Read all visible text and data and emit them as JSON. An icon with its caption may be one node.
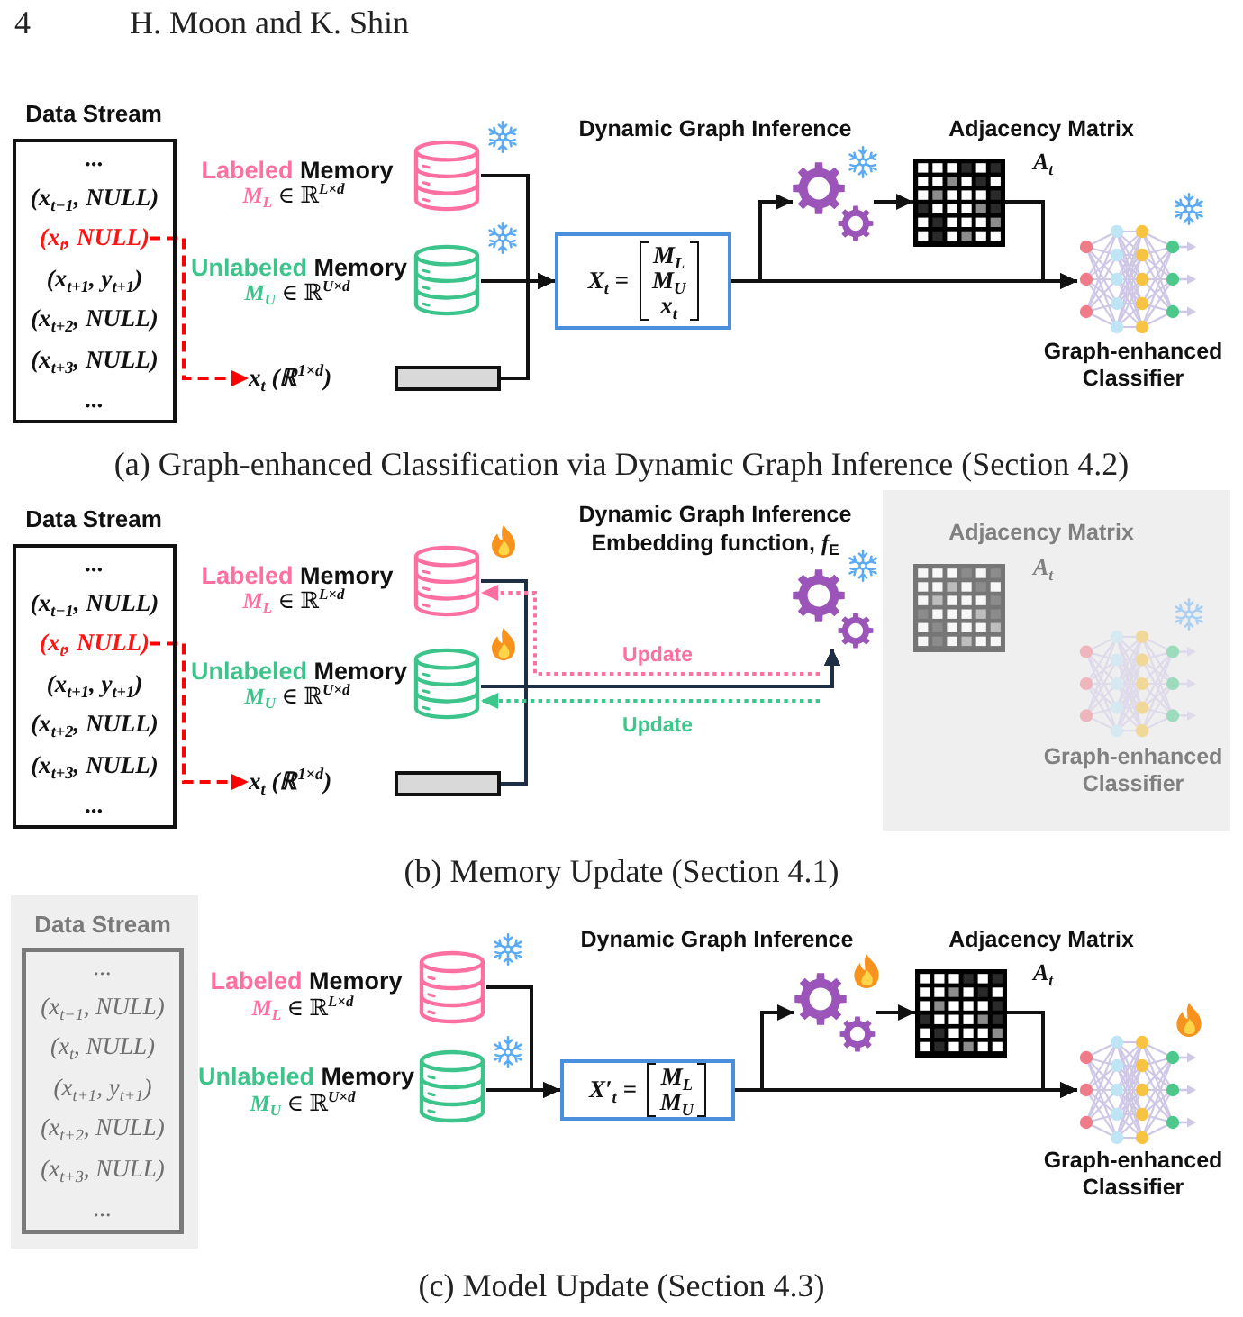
{
  "diagram": {
    "nodes": [
      {
        "text": [
          "Data Stream",
          "...",
          "(x$_{t−1}$, NULL)",
          "(x$_{t+1}$, y$_{t+1}$)",
          "(x$_{t+2}$, NULL)",
          "(x$_{t+3}$, NULL)",
          "..."
        ]
      },
      {
        "text": [
          "(x$_{t}$, NULL)"
        ],
        "in": 0
      },
      {
        "text": [
          "x$_{t}$ (ℝ$^{1×d}$)"
        ]
      },
      {
        "text": [],
        "shape": "cylinder",
        "beside": [
          "Labeled Memory",
          "M$_{L}$ ∈ ℝ$^{L×d}$"
        ]
      },
      {
        "text": [],
        "shape": "cylinder",
        "beside": [
          "Unlabeled Memory",
          "M$_{U}$ ∈ ℝ$^{U×d}$"
        ]
      },
      {
        "text": [],
        "shape": "bar"
      },
      {
        "text": [
          "X$_{t}$ =",
          "M$_{L}$",
          "M$_{U}$",
          "x$_{t}$"
        ]
      },
      {
        "text": [],
        "shape": "picture",
        "beside": [
          "Dynamic Graph Inference"
        ]
      },
      {
        "text": [],
        "shape": "picture",
        "beside": [
          "Adjacency Matrix",
          "A$_{t}$"
        ]
      },
      {
        "text": [],
        "shape": "picture",
        "beside": [
          "Graph-enhanced Classifier"
        ]
      },
      {
        "text": [
          "Data Stream",
          "...",
          "(x$_{t−1}$, NULL)",
          "(x$_{t+1}$, y$_{t+1}$)",
          "(x$_{t+2}$, NULL)",
          "(x$_{t+3}$, NULL)",
          "..."
        ]
      },
      {
        "text": [
          "(x$_{t}$, NULL)"
        ],
        "in": 10
      },
      {
        "text": [
          "x$_{t}$ (ℝ$^{1×d}$)"
        ]
      },
      {
        "text": [],
        "shape": "cylinder",
        "beside": [
          "Labeled Memory",
          "M$_{L}$ ∈ ℝ$^{L×d}$"
        ]
      },
      {
        "text": [],
        "shape": "cylinder",
        "beside": [
          "Unlabeled Memory",
          "M$_{U}$ ∈ ℝ$^{U×d}$"
        ]
      },
      {
        "text": [],
        "shape": "bar"
      },
      {
        "text": [],
        "shape": "picture",
        "beside": [
          "Dynamic Graph Inference",
          "Embedding function, *f*$_{E}$"
        ]
      },
      {
        "text": [],
        "shape": "box"
      },
      {
        "text": [],
        "shape": "picture",
        "beside": [
          "Adjacency Matrix",
          "A$_{t}$"
        ],
        "in": 17
      },
      {
        "text": [],
        "shape": "picture",
        "beside": [
          "Graph-enhanced Classifier"
        ],
        "in": 17
      },
      {
        "text": [],
        "shape": "box"
      },
      {
        "text": [
          "Data Stream",
          "...",
          "(x$_{t−1}$, NULL)",
          "(x$_{t}$, NULL)",
          "(x$_{t+1}$, y$_{t+1}$)",
          "(x$_{t+2}$, NULL)",
          "(x$_{t+3}$, NULL)",
          "..."
        ],
        "in": 20
      },
      {
        "text": [],
        "shape": "cylinder",
        "beside": [
          "Labeled Memory",
          "M$_{L}$ ∈ ℝ$^{L×d}$"
        ]
      },
      {
        "text": [],
        "shape": "cylinder",
        "beside": [
          "Unlabeled Memory",
          "M$_{U}$ ∈ ℝ$^{U×d}$"
        ]
      },
      {
        "text": [
          "X′$_{t}$ =",
          "M$_{L}$",
          "M$_{U}$"
        ]
      },
      {
        "text": [],
        "shape": "picture",
        "beside": [
          "Dynamic Graph Inference"
        ]
      },
      {
        "text": [],
        "shape": "picture",
        "beside": [
          "Adjacency Matrix",
          "A$_{t}$"
        ]
      },
      {
        "text": [],
        "shape": "picture",
        "beside": [
          "Graph-enhanced Classifier"
        ]
      }
    ],
    "edges": [
      {
        "from": 1,
        "to": 2,
        "arrow": "to",
        "style": "dashed",
        "color": "#ff0000"
      },
      {
        "from": 3,
        "to": 6,
        "arrow": "to"
      },
      {
        "from": 4,
        "to": 6,
        "arrow": "to"
      },
      {
        "from": 5,
        "to": 6,
        "arrow": "to"
      },
      {
        "from": 6,
        "to": 7,
        "arrow": "to"
      },
      {
        "from": 6,
        "to": 9,
        "arrow": "to"
      },
      {
        "from": 7,
        "to": 8,
        "arrow": "to"
      },
      {
        "from": 8,
        "to": 9,
        "arrow": "to"
      },
      {
        "from": 11,
        "to": 12,
        "arrow": "to",
        "style": "dashed",
        "color": "#ff0000"
      },
      {
        "from": 13,
        "to": 16,
        "arrow": "to",
        "color": "#1e2f45"
      },
      {
        "from": 14,
        "to": 16,
        "arrow": "to",
        "color": "#1e2f45"
      },
      {
        "from": 15,
        "to": 16,
        "arrow": "to",
        "color": "#1e2f45"
      },
      {
        "from": null,
        "to": 13,
        "arrow": "to",
        "label": "Update",
        "style": "dashed",
        "color": "#ff6fa0"
      },
      {
        "from": null,
        "to": 14,
        "arrow": "to",
        "label": "Update",
        "style": "dashed",
        "color": "#3cc88c"
      },
      {
        "from": 22,
        "to": 24,
        "arrow": "to"
      },
      {
        "from": 23,
        "to": 24,
        "arrow": "to"
      },
      {
        "from": 24,
        "to": 25,
        "arrow": "to"
      },
      {
        "from": 24,
        "to": 27,
        "arrow": "to"
      },
      {
        "from": 25,
        "to": 26,
        "arrow": "to"
      },
      {
        "from": 26,
        "to": 27,
        "arrow": "to"
      }
    ],
    "labels": [
      "4",
      "H. Moon and K. Shin",
      "(a) Graph-enhanced Classification via Dynamic Graph Inference (Section 4.2)",
      "(b) Memory Update (Section 4.1)",
      "(c) Model Update (Section 4.3)"
    ]
  }
}
